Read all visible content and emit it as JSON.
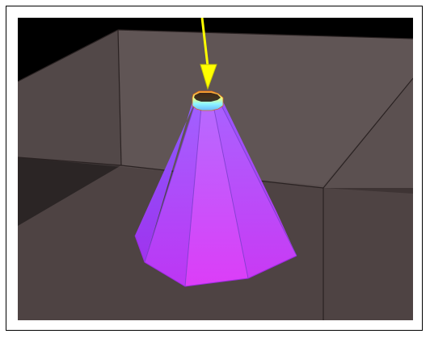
{
  "scene": {
    "background_color": "#000000",
    "box_color": "#5a4e4e",
    "ray_color": "#ffff00",
    "cone_color": "#cc33ff",
    "icons": [
      "incident-ray-arrow",
      "octagonal-frustum",
      "transparent-box"
    ]
  }
}
